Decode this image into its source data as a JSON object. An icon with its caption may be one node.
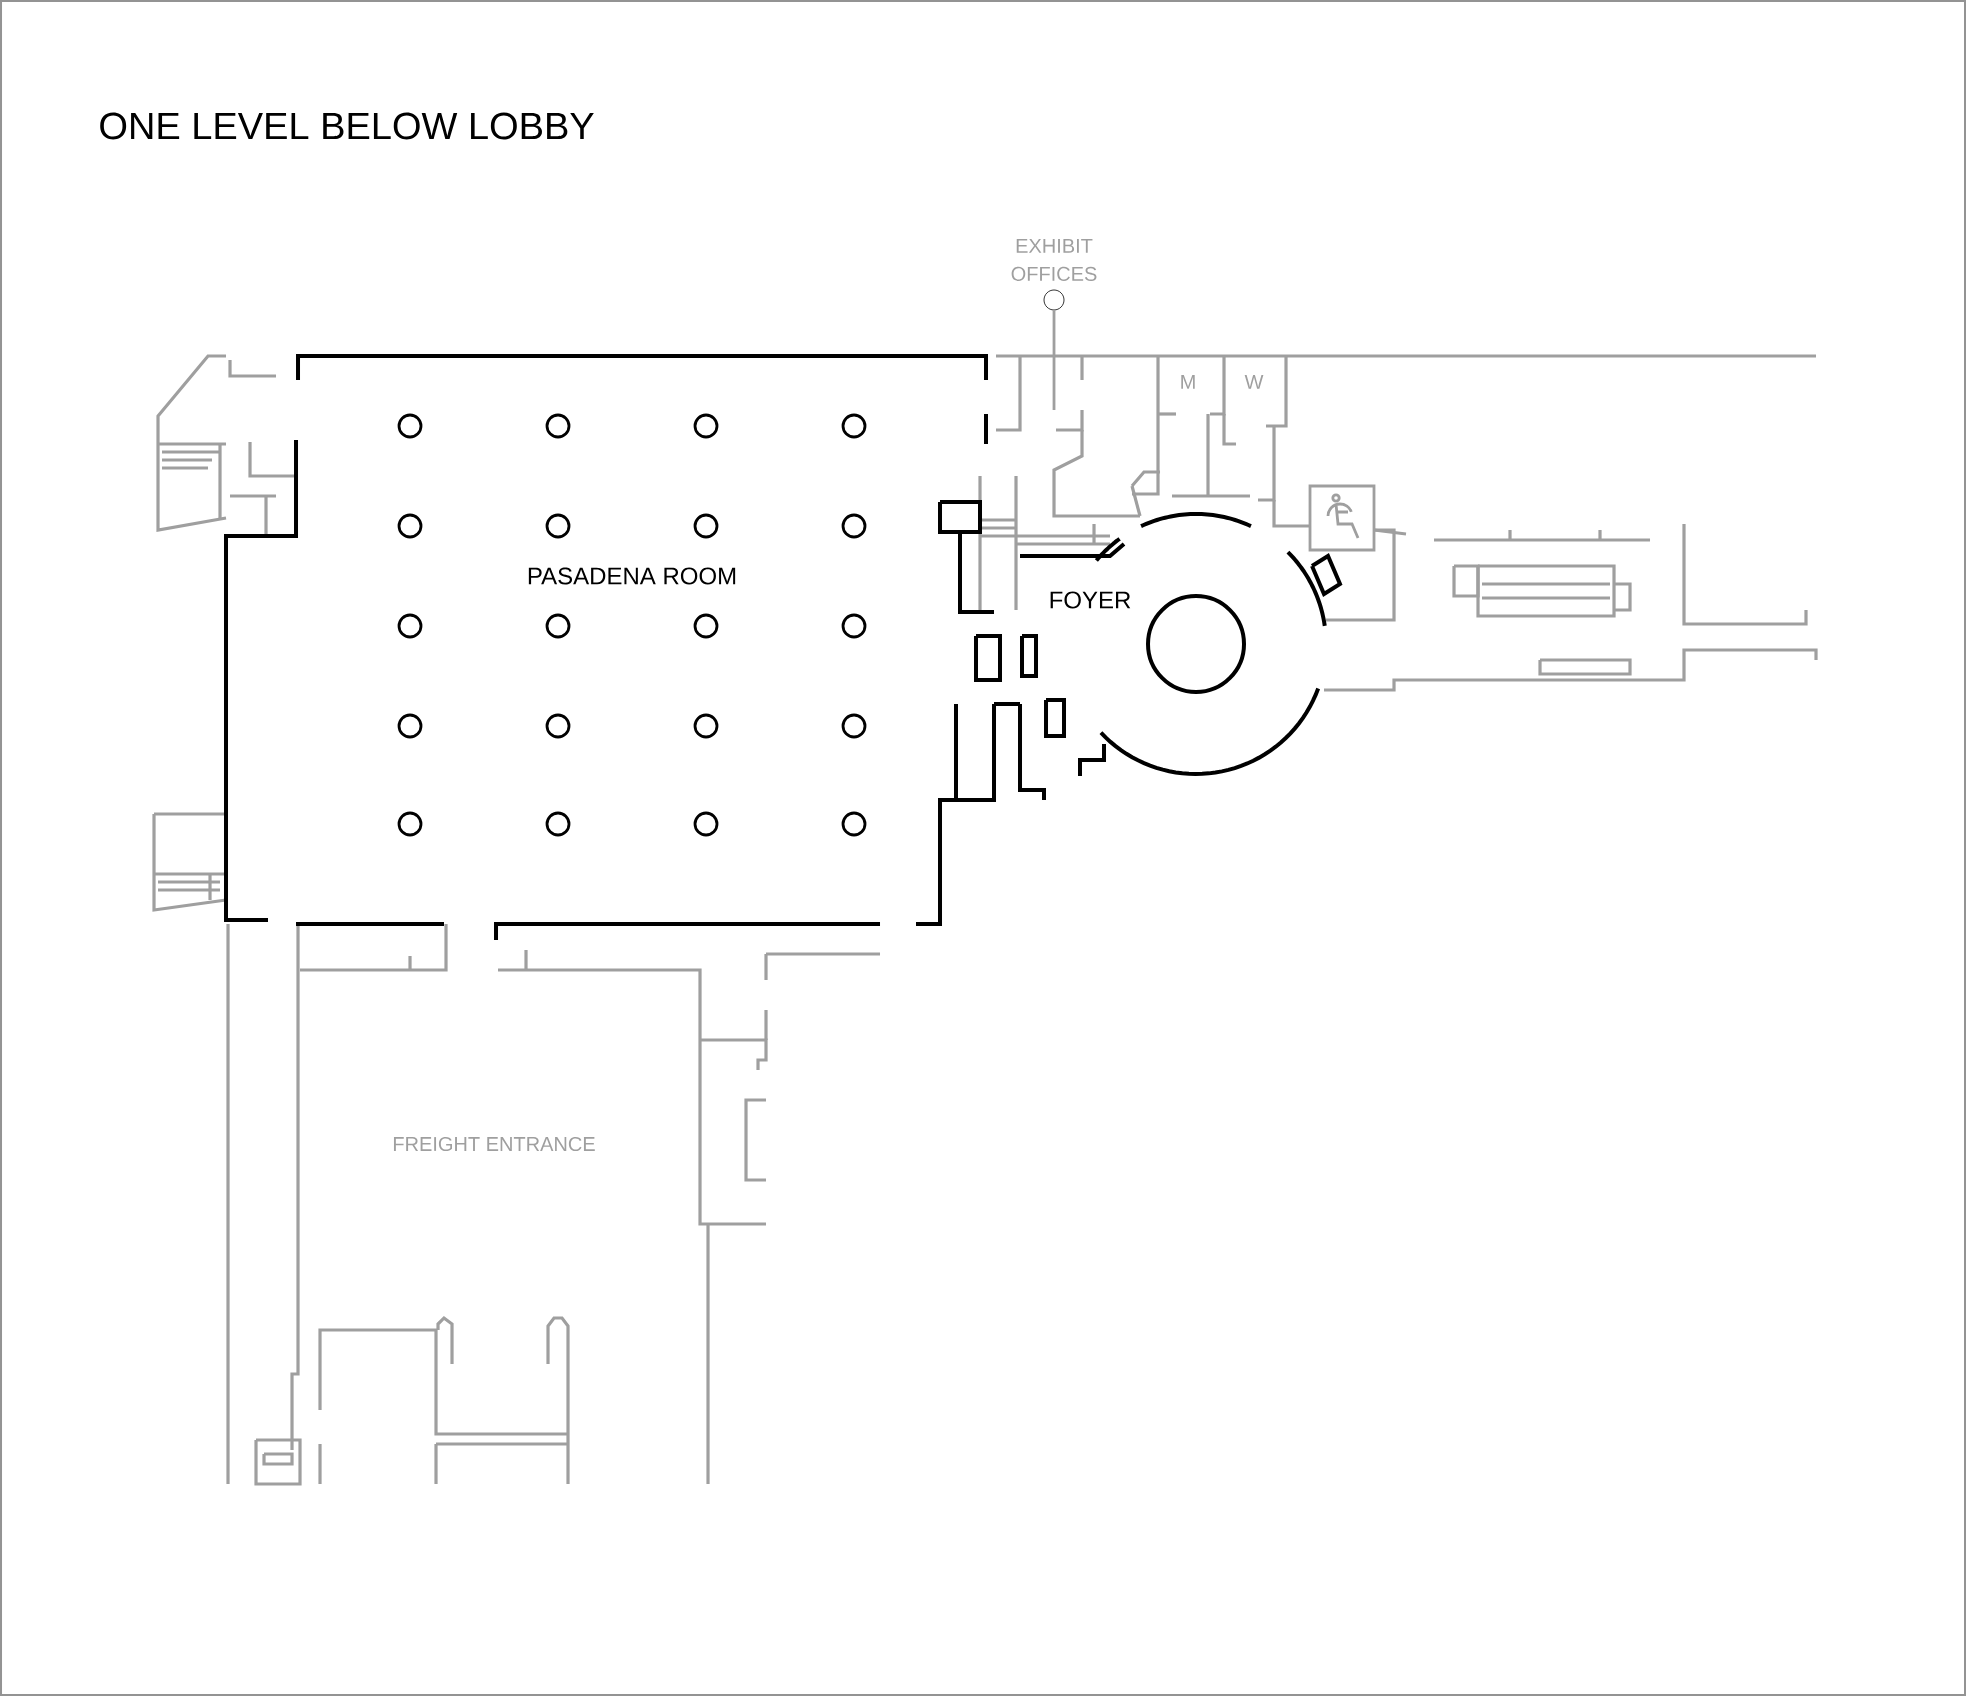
{
  "diagram": {
    "title": "ONE LEVEL BELOW LOBBY",
    "nodes": [
      {
        "text": [
          "EXHIBIT OFFICES"
        ]
      },
      {
        "text": [],
        "shape": "circle"
      }
    ],
    "edges": [
      {
        "from": null,
        "to": 1,
        "arrow": "none"
      }
    ],
    "labels": [
      "M",
      "W",
      "PASADENA ROOM",
      "FOYER",
      "FREIGHT ENTRANCE"
    ]
  }
}
